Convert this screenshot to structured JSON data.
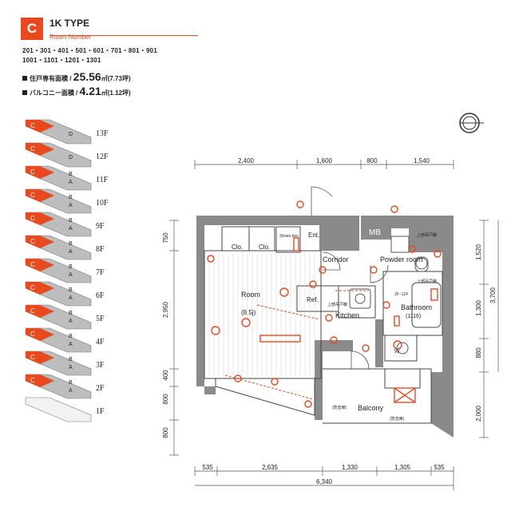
{
  "header": {
    "type_letter": "C",
    "plan_type": "1K TYPE",
    "room_number_label": "Room Number",
    "room_numbers_1": "201・301・401・501・601・701・801・901",
    "room_numbers_2": "1001・1101・1201・1301"
  },
  "areas": {
    "exclusive_label": "住戸専有面積 / ",
    "exclusive_value": "25.56",
    "exclusive_unit": "㎡(7.73坪)",
    "balcony_label": "バルコニー面積 / ",
    "balcony_value": "4.21",
    "balcony_unit": "㎡(1.12坪)"
  },
  "floors": [
    {
      "label": "13F",
      "marker_c": "C",
      "marker_other": "D"
    },
    {
      "label": "12F",
      "marker_c": "C",
      "marker_other": "D"
    },
    {
      "label": "11F",
      "marker_c": "C",
      "marker_other": "B",
      "marker_other2": "A"
    },
    {
      "label": "10F",
      "marker_c": "C",
      "marker_other": "B",
      "marker_other2": "A"
    },
    {
      "label": "9F",
      "marker_c": "C",
      "marker_other": "B",
      "marker_other2": "A"
    },
    {
      "label": "8F",
      "marker_c": "C",
      "marker_other": "B",
      "marker_other2": "A"
    },
    {
      "label": "7F",
      "marker_c": "C",
      "marker_other": "B",
      "marker_other2": "A"
    },
    {
      "label": "6F",
      "marker_c": "C",
      "marker_other": "B",
      "marker_other2": "A"
    },
    {
      "label": "5F",
      "marker_c": "C",
      "marker_other": "B",
      "marker_other2": "A"
    },
    {
      "label": "4F",
      "marker_c": "C",
      "marker_other": "B",
      "marker_other2": "A"
    },
    {
      "label": "3F",
      "marker_c": "C",
      "marker_other": "B",
      "marker_other2": "A"
    },
    {
      "label": "2F",
      "marker_c": "C",
      "marker_other": "B",
      "marker_other2": "A"
    },
    {
      "label": "1F"
    }
  ],
  "dims": {
    "top": [
      "2,400",
      "1,600",
      "800",
      "1,540"
    ],
    "bottom": [
      "535",
      "2,635",
      "1,330",
      "1,305",
      "535"
    ],
    "bottom_total": "6,340",
    "left": [
      "750",
      "2,950",
      "400",
      "800",
      "800"
    ],
    "right": [
      "1,520",
      "1,300",
      "880",
      "2,000"
    ],
    "right_total": "3,700"
  },
  "rooms": {
    "entrance": "Ent.",
    "mb": "MB",
    "closet1": "Clo.",
    "closet2": "Clo.",
    "shoes": "Shoes box",
    "corridor": "Corridor",
    "powder": "Powder room",
    "room": "Room",
    "room_size": "(8.5j)",
    "ref": "Ref.",
    "kitchen": "Kitchen",
    "bathroom": "Bathroom",
    "bath_size": "(1116)",
    "balcony": "Balcony",
    "w": "W",
    "floor_note": "2F~12F",
    "upper1": "上部吊戸棚",
    "upper2": "上部吊戸棚",
    "upper3": "上部吊戸棚",
    "bucket1": "(防音扉)",
    "bucket2": "(防音扉)"
  },
  "colors": {
    "accent": "#e8491d",
    "wall": "#8a8a8a",
    "floor_gray": "#bdbdbd"
  }
}
